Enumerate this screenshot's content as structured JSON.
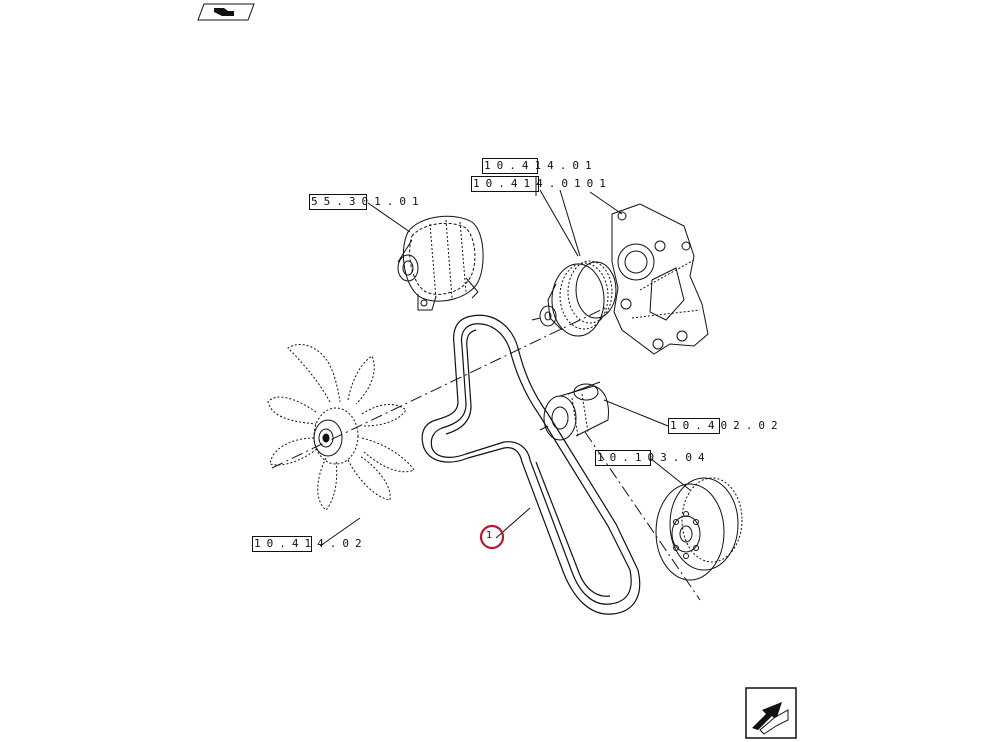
{
  "references": {
    "water_pump_1": "10.414.01",
    "water_pump_2": "10.414.0101",
    "alternator": "55.301.01",
    "tensioner": "10.402.02",
    "damper": "10.103.04",
    "fan": "10.414.02"
  },
  "callouts": {
    "belt": "1"
  },
  "icons": {
    "top_nav": "book-arrow-icon",
    "bottom_nav": "next-page-arrow-icon"
  },
  "colors": {
    "highlight": "#c0142c",
    "line": "#111111"
  }
}
